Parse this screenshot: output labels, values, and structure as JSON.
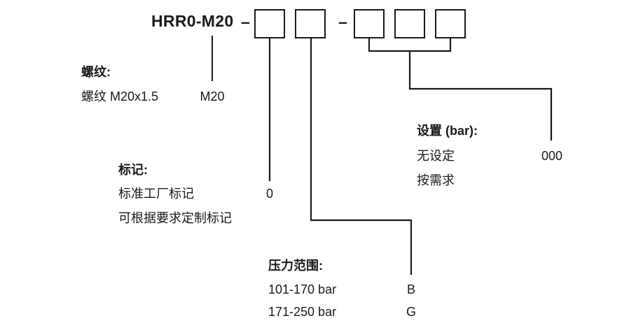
{
  "diagram": {
    "type": "product-code-key",
    "code_prefix": "HRR0-M20",
    "separator_1": "–",
    "separator_2": "–",
    "boxes": [
      {
        "id": "thread",
        "label": ""
      },
      {
        "id": "marking",
        "label": ""
      },
      {
        "id": "pressure",
        "label": ""
      },
      {
        "id": "setting-1",
        "label": ""
      },
      {
        "id": "setting-2",
        "label": ""
      },
      {
        "id": "setting-3",
        "label": ""
      }
    ],
    "groups": [
      {
        "id": "thread",
        "title": "螺纹:",
        "rows": [
          {
            "text": "螺纹 M20x1.5",
            "code": "M20"
          }
        ]
      },
      {
        "id": "marking",
        "title": "标记:",
        "rows": [
          {
            "text": "标准工厂标记",
            "code": "0"
          },
          {
            "text": "可根据要求定制标记",
            "code": ""
          }
        ]
      },
      {
        "id": "pressure-range",
        "title": "压力范围:",
        "rows": [
          {
            "text": "101-170 bar",
            "code": "B"
          },
          {
            "text": "171-250 bar",
            "code": "G"
          }
        ]
      },
      {
        "id": "setting",
        "title": "设置 (bar):",
        "rows": [
          {
            "text": "无设定",
            "code": "000"
          },
          {
            "text": "按需求",
            "code": ""
          }
        ]
      }
    ],
    "colors": {
      "line": "#1a1a1a",
      "text": "#1a1a1a",
      "background": "#ffffff"
    }
  }
}
